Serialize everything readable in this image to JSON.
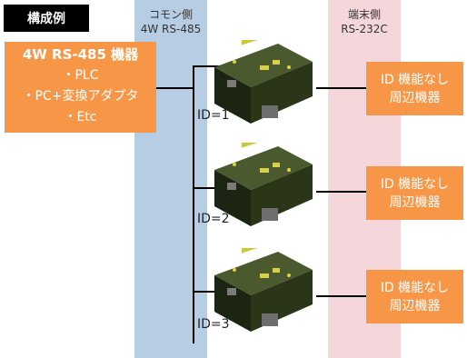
{
  "title": "構成例",
  "common_side": {
    "line1": "コモン側",
    "line2": "4W RS-485"
  },
  "terminal_side": {
    "line1": "端末側",
    "line2": "RS-232C"
  },
  "master": {
    "title": "4W RS-485 機器",
    "items": [
      "・PLC",
      "・PC+変換アダプタ",
      "・Etc"
    ]
  },
  "nodes": [
    {
      "id_label": "ID=1",
      "peripheral": {
        "line1": "ID 機能なし",
        "line2": "周辺機器"
      }
    },
    {
      "id_label": "ID=2",
      "peripheral": {
        "line1": "ID 機能なし",
        "line2": "周辺機器"
      }
    },
    {
      "id_label": "ID=3",
      "peripheral": {
        "line1": "ID 機能なし",
        "line2": "周辺機器"
      }
    }
  ],
  "colors": {
    "common_band": "#b7cde3",
    "terminal_band": "#f5d6da",
    "box_orange": "#f79646",
    "device_green": "#2f3a1f"
  }
}
